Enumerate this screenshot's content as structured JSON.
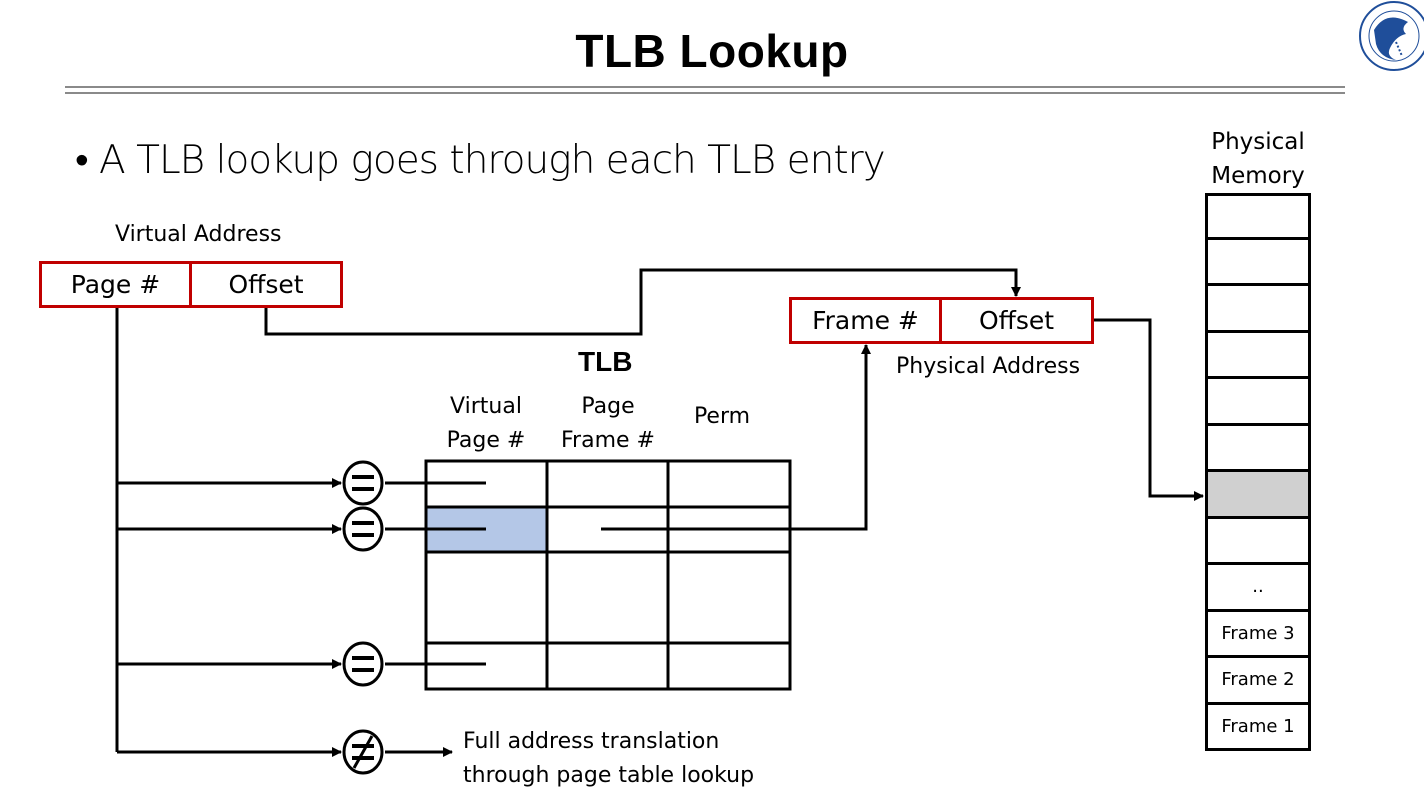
{
  "slide": {
    "title": "TLB Lookup",
    "bullet": "• A TLB lookup goes through each TLB entry",
    "logo": "university-seal-logo"
  },
  "virtual_address": {
    "label": "Virtual Address",
    "fields": [
      "Page #",
      "Offset"
    ]
  },
  "physical_address": {
    "label": "Physical Address",
    "fields": [
      "Frame #",
      "Offset"
    ]
  },
  "tlb": {
    "title": "TLB",
    "columns": [
      {
        "line1": "Virtual",
        "line2": "Page #"
      },
      {
        "line1": "Page",
        "line2": "Frame #"
      },
      {
        "line1": "Perm",
        "line2": ""
      }
    ],
    "rows": 4,
    "matched_row": 2
  },
  "comparators": {
    "equal_symbol": "=",
    "not_equal_symbol": "≠"
  },
  "miss_text": {
    "line1": "Full address translation",
    "line2": "through page table lookup"
  },
  "physical_memory": {
    "label_line1": "Physical",
    "label_line2": "Memory",
    "cells": [
      "",
      "",
      "",
      "",
      "",
      "",
      "",
      "",
      "..",
      "Frame 3",
      "Frame 2",
      "Frame 1"
    ],
    "highlighted_index": 6
  },
  "colors": {
    "address_border": "#c00000",
    "tlb_match_fill": "#b4c7e7",
    "memory_highlight": "#d0d0d0",
    "rule": "#8a8a8a"
  }
}
